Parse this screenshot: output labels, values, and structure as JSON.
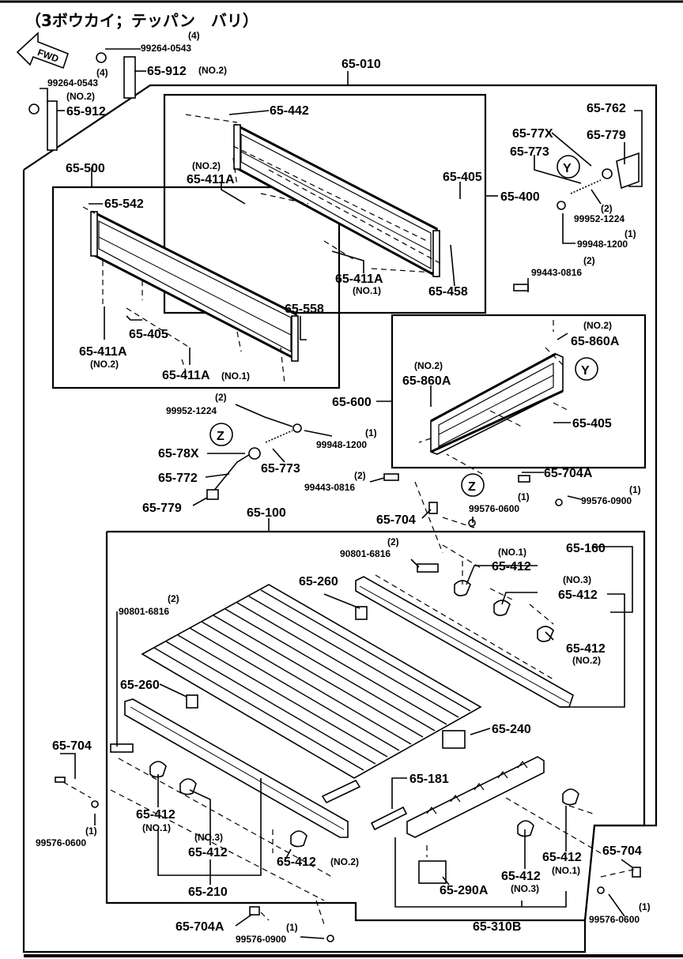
{
  "title": "（3ボウカイ；テッパン　バリ）",
  "fwd": "FWD",
  "labels": {
    "p99264_0543_a": "99264-0543",
    "p99264_0543_a_qty": "(4)",
    "p65_912_a": "65-912",
    "p65_912_a_no": "(NO.2)",
    "p99264_0543_b": "99264-0543",
    "p99264_0543_b_qty": "(4)",
    "p65_912_b_no": "(NO.2)",
    "p65_912_b": "65-912",
    "p65_010": "65-010",
    "p65_762": "65-762",
    "p65_442": "65-442",
    "p65_77x": "65-77X",
    "p65_779_top": "65-779",
    "p65_773_top": "65-773",
    "p65_411a_top_no": "(NO.2)",
    "p65_411a_top": "65-411A",
    "p65_405_top": "65-405",
    "p65_400": "65-400",
    "p99952_1224_top_qty": "(2)",
    "p99952_1224_top": "99952-1224",
    "p99948_1200_top_qty": "(1)",
    "p99948_1200_top": "99948-1200",
    "p65_500": "65-500",
    "p65_542": "65-542",
    "p65_411a_mid": "65-411A",
    "p65_411a_mid_no": "(NO.1)",
    "p65_458": "65-458",
    "p99443_0816_top_qty": "(2)",
    "p99443_0816_top": "99443-0816",
    "p65_558": "65-558",
    "p65_405_left": "65-405",
    "p65_411a_left": "65-411A",
    "p65_411a_left_no": "(NO.2)",
    "p65_411a_bot": "65-411A",
    "p65_411a_bot_no": "(NO.1)",
    "p65_860a_right_no": "(NO.2)",
    "p65_860a_right": "65-860A",
    "p65_860a_left_no": "(NO.2)",
    "p65_860a_left": "65-860A",
    "p65_600": "65-600",
    "p65_405_right": "65-405",
    "p99952_1224_mid_qty": "(2)",
    "p99952_1224_mid": "99952-1224",
    "p99948_1200_mid_qty": "(1)",
    "p99948_1200_mid": "99948-1200",
    "p65_78x": "65-78X",
    "p65_773_mid": "65-773",
    "p65_772": "65-772",
    "p99443_0816_mid_qty": "(2)",
    "p99443_0816_mid": "99443-0816",
    "p65_704a_top": "65-704A",
    "p99576_0900_top_qty": "(1)",
    "p99576_0900_top": "99576-0900",
    "p65_779_mid": "65-779",
    "p99576_0600_mid_qty": "(1)",
    "p99576_0600_mid": "99576-0600",
    "p65_704_mid": "65-704",
    "p65_100": "65-100",
    "p65_160": "65-160",
    "p90801_6816_a_qty": "(2)",
    "p90801_6816_a": "90801-6816",
    "p65_412_no1_top_no": "(NO.1)",
    "p65_412_no1_top": "65-412",
    "p65_260_top": "65-260",
    "p65_412_no3_top_no": "(NO.3)",
    "p65_412_no3_top": "65-412",
    "p90801_6816_b_qty": "(2)",
    "p90801_6816_b": "90801-6816",
    "p65_412_no2_right": "65-412",
    "p65_412_no2_right_no": "(NO.2)",
    "p65_260_left": "65-260",
    "p65_240": "65-240",
    "p65_704_left": "65-704",
    "p65_181": "65-181",
    "p65_412_left": "65-412",
    "p65_412_left_no": "(NO.1)",
    "p99576_0600_left_qty": "(1)",
    "p99576_0600_left": "99576-0600",
    "p65_412_mid_no": "(NO.3)",
    "p65_412_mid": "65-412",
    "p65_412_bot": "65-412",
    "p65_412_bot_no": "(NO.2)",
    "p65_210": "65-210",
    "p65_704_right": "65-704",
    "p65_412_br": "65-412",
    "p65_412_br_no": "(NO.1)",
    "p65_290a": "65-290A",
    "p65_412_br2": "65-412",
    "p65_412_br2_no": "(NO.3)",
    "p99576_0600_right_qty": "(1)",
    "p99576_0600_right": "99576-0600",
    "p65_704a_bot": "65-704A",
    "p99576_0900_bot_qty": "(1)",
    "p99576_0900_bot": "99576-0900",
    "p65_310b": "65-310B",
    "y_mark_top": "Y",
    "y_mark_mid": "Y",
    "z_mark_left": "Z",
    "z_mark_mid": "Z"
  }
}
